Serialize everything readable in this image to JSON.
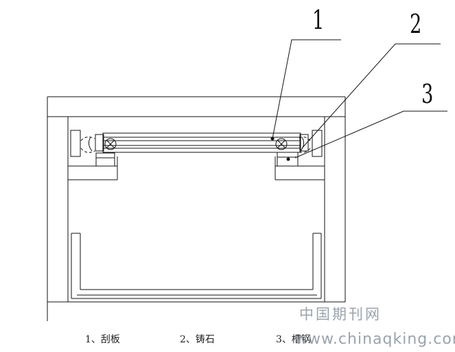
{
  "callouts": [
    {
      "number": "1",
      "label": "刮板"
    },
    {
      "number": "2",
      "label": "铸石"
    },
    {
      "number": "3",
      "label": "槽钢"
    }
  ],
  "legend": {
    "item1": "1、刮板",
    "item2": "2、铸石",
    "item3": "3、槽钢"
  },
  "watermark": {
    "site_cn": "中国期刊网",
    "url": "www.chinaqking.com"
  },
  "colors": {
    "line": "#111111",
    "watermark": "#9aa3ad"
  }
}
